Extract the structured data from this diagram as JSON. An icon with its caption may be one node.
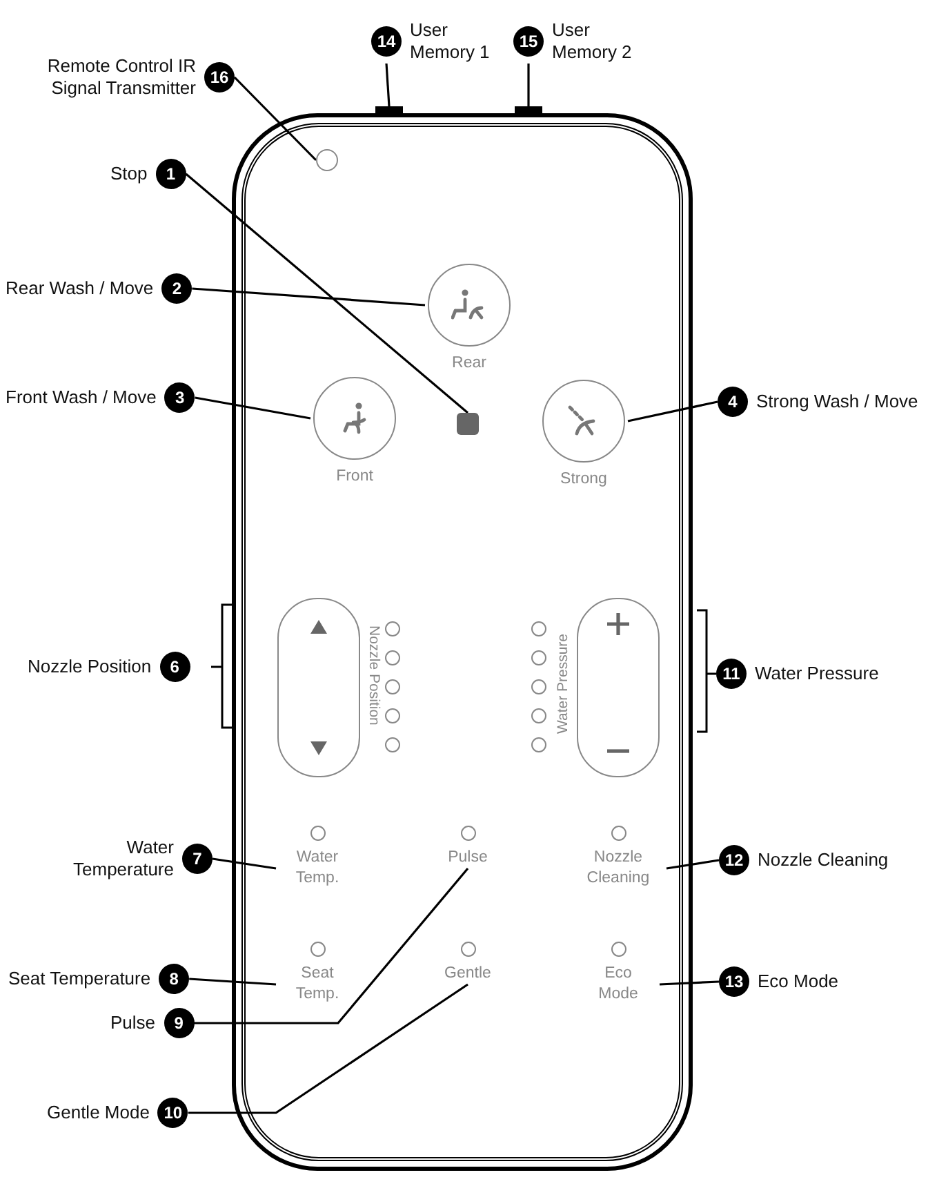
{
  "diagram": {
    "nodes": [
      {
        "text": [
          "14"
        ],
        "beside": [
          "User Memory 1"
        ]
      },
      {
        "text": [
          "15"
        ],
        "beside": [
          "User Memory 2"
        ]
      },
      {
        "text": [
          "16"
        ],
        "beside": [
          "Remote Control IR Signal Transmitter"
        ]
      },
      {
        "text": [],
        "shape": "bar"
      },
      {
        "text": [],
        "shape": "bar"
      },
      {
        "text": [],
        "shape": "box"
      },
      {
        "text": [],
        "shape": "circle",
        "in": 5
      },
      {
        "text": [
          "1"
        ],
        "beside": [
          "Stop"
        ]
      },
      {
        "text": [
          "2"
        ],
        "beside": [
          "Rear Wash / Move"
        ]
      },
      {
        "text": [
          "Rear"
        ],
        "in": 5
      },
      {
        "text": [
          "3"
        ],
        "beside": [
          "Front Wash / Move"
        ]
      },
      {
        "text": [
          "Front"
        ],
        "in": 5
      },
      {
        "text": [],
        "shape": "box",
        "in": 5
      },
      {
        "text": [
          "Strong"
        ],
        "in": 5
      },
      {
        "text": [
          "4"
        ],
        "beside": [
          "Strong Wash / Move"
        ]
      },
      {
        "text": [
          "6"
        ],
        "beside": [
          "Nozzle Position"
        ]
      },
      {
        "text": [],
        "shape": "box",
        "in": 5
      },
      {
        "text": [],
        "shape": "box",
        "in": 5
      },
      {
        "text": [
          "11"
        ],
        "beside": [
          "Water Pressure"
        ]
      },
      {
        "text": [
          "7"
        ],
        "beside": [
          "Water Temperature"
        ]
      },
      {
        "text": [
          "Water Temp."
        ],
        "in": 5
      },
      {
        "text": [
          "Pulse"
        ],
        "in": 5
      },
      {
        "text": [
          "Nozzle Cleaning"
        ],
        "in": 5
      },
      {
        "text": [
          "12"
        ],
        "beside": [
          "Nozzle Cleaning"
        ]
      },
      {
        "text": [
          "8"
        ],
        "beside": [
          "Seat Temperature"
        ]
      },
      {
        "text": [
          "Seat Temp."
        ],
        "in": 5
      },
      {
        "text": [
          "Gentle"
        ],
        "in": 5
      },
      {
        "text": [
          "Eco Mode"
        ],
        "in": 5
      },
      {
        "text": [
          "13"
        ],
        "beside": [
          "Eco Mode"
        ]
      },
      {
        "text": [
          "9"
        ],
        "beside": [
          "Pulse"
        ]
      },
      {
        "text": [
          "10"
        ],
        "beside": [
          "Gentle Mode"
        ]
      },
      {
        "text": [],
        "shape": "circle",
        "in": 5
      },
      {
        "text": [],
        "shape": "circle",
        "in": 5
      },
      {
        "text": [],
        "shape": "circle",
        "in": 5
      },
      {
        "text": [],
        "shape": "circle",
        "in": 5
      },
      {
        "text": [],
        "shape": "circle",
        "in": 5
      },
      {
        "text": [],
        "shape": "circle",
        "in": 5
      },
      {
        "text": [],
        "shape": "circle",
        "in": 5
      },
      {
        "text": [],
        "shape": "circle",
        "in": 5
      },
      {
        "text": [],
        "shape": "circle",
        "in": 5
      },
      {
        "text": [],
        "shape": "circle",
        "in": 5
      }
    ],
    "edges": [
      {
        "from": 0,
        "to": 3,
        "arrow": "none"
      },
      {
        "from": 1,
        "to": 4,
        "arrow": "none"
      },
      {
        "from": 2,
        "to": 6,
        "arrow": "none"
      },
      {
        "from": 7,
        "to": 12,
        "arrow": "none"
      },
      {
        "from": 8,
        "to": 9,
        "arrow": "none"
      },
      {
        "from": 10,
        "to": 11,
        "arrow": "none"
      },
      {
        "from": 14,
        "to": 13,
        "arrow": "none"
      },
      {
        "from": 19,
        "to": 20,
        "arrow": "none"
      },
      {
        "from": 23,
        "to": 22,
        "arrow": "none"
      },
      {
        "from": 24,
        "to": 25,
        "arrow": "none"
      },
      {
        "from": 28,
        "to": 27,
        "arrow": "none"
      },
      {
        "from": 29,
        "to": 21,
        "arrow": "none"
      },
      {
        "from": 30,
        "to": 26,
        "arrow": "none"
      }
    ],
    "labels": [
      "Nozzle Position",
      "Water Pressure"
    ]
  }
}
